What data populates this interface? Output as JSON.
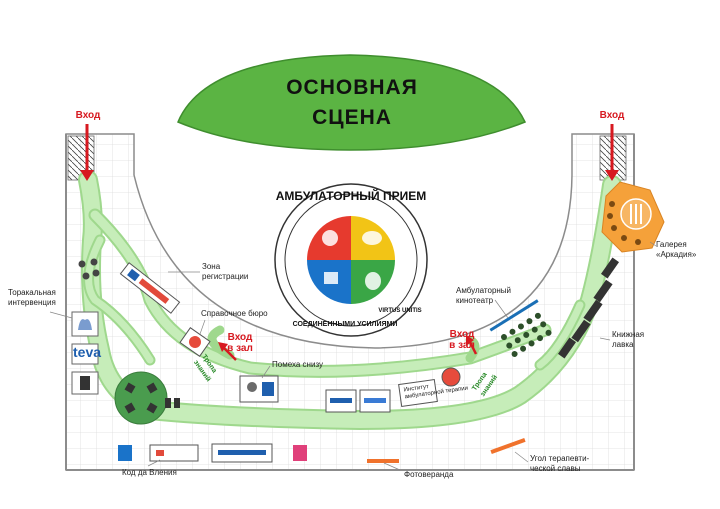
{
  "stage": {
    "line1": "ОСНОВНАЯ",
    "line2": "СЦЕНА"
  },
  "logo": {
    "arc_top": "АМБУЛАТОРНЫЙ ПРИЕМ",
    "arc_bottom": "СОЕДИНЕННЫМИ УСИЛИЯМИ",
    "arc_right": "VIRTUS UNITIS"
  },
  "entrances": {
    "left": "Вход",
    "right": "Вход",
    "hall_left_line1": "Вход",
    "hall_left_line2": "в зал",
    "hall_right_line1": "Вход",
    "hall_right_line2": "в зал"
  },
  "path_labels": {
    "left": "Тропа знаний",
    "right": "Тропа знаний"
  },
  "zones": {
    "registration_line1": "Зона",
    "registration_line2": "регистрации",
    "info_desk": "Справочное бюро",
    "thoracic_line1": "Торакальная",
    "thoracic_line2": "интервенция",
    "interference": "Помеха снизу",
    "cinema_line1": "Амбулаторный",
    "cinema_line2": "кинотеатр",
    "gallery_line1": "Галерея",
    "gallery_line2": "«Аркадия»",
    "bookshop_line1": "Книжная",
    "bookshop_line2": "лавка",
    "therapy_corner_line1": "Угол терапевти-",
    "therapy_corner_line2": "ческой славы",
    "photo_veranda": "Фотоверанда",
    "da_vinci_code": "Код да Вления",
    "institute_line1": "Институт",
    "institute_line2": "амбулаторной терапии"
  },
  "sponsors": {
    "teva": "teva"
  },
  "colors": {
    "stage_green": "#5bb443",
    "path_green": "#c6edb9",
    "path_border": "#9fd88d",
    "entrance_red": "#d71920",
    "gallery_orange": "#f5a13a",
    "dark_round": "#4a9c4e",
    "wall_grey": "#9a9a9a",
    "grid_grey": "#d9d9d9"
  }
}
